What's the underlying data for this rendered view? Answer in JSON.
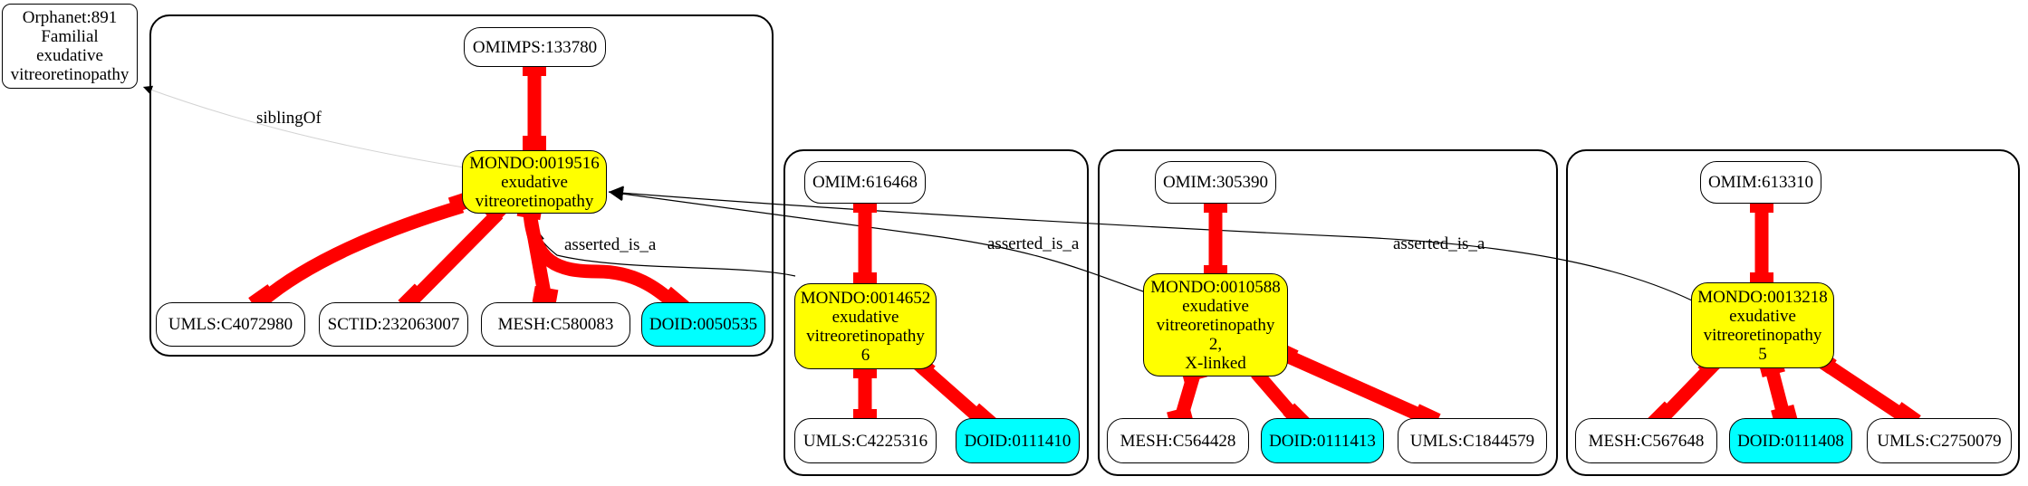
{
  "nodes": {
    "orphanet": "Orphanet:891\nFamilial\nexudative\nvitreoretinopathy",
    "omimps": "OMIMPS:133780",
    "mondo_19516": "MONDO:0019516\nexudative\nvitreoretinopathy",
    "umls_c4072980": "UMLS:C4072980",
    "sctid": "SCTID:232063007",
    "mesh_c580083": "MESH:C580083",
    "doid_50535": "DOID:0050535",
    "omim_616468": "OMIM:616468",
    "mondo_14652": "MONDO:0014652\nexudative\nvitreoretinopathy\n6",
    "umls_c4225316": "UMLS:C4225316",
    "doid_111410": "DOID:0111410",
    "omim_305390": "OMIM:305390",
    "mondo_10588": "MONDO:0010588\nexudative\nvitreoretinopathy\n2,\nX-linked",
    "mesh_c564428": "MESH:C564428",
    "doid_111413": "DOID:0111413",
    "umls_c1844579": "UMLS:C1844579",
    "omim_613310": "OMIM:613310",
    "mondo_13218": "MONDO:0013218\nexudative\nvitreoretinopathy\n5",
    "mesh_c567648": "MESH:C567648",
    "doid_111408": "DOID:0111408",
    "umls_c2750079": "UMLS:C2750079"
  },
  "edge_labels": {
    "sibling_of": "siblingOf",
    "asserted_is_a_1": "asserted_is_a",
    "asserted_is_a_2": "asserted_is_a",
    "asserted_is_a_3": "asserted_is_a"
  },
  "colors": {
    "mondo_fill": "#ffff00",
    "doid_fill": "#00ffff",
    "xref_edge": "#ff0000",
    "sibling_edge": "#d3d3d3"
  }
}
